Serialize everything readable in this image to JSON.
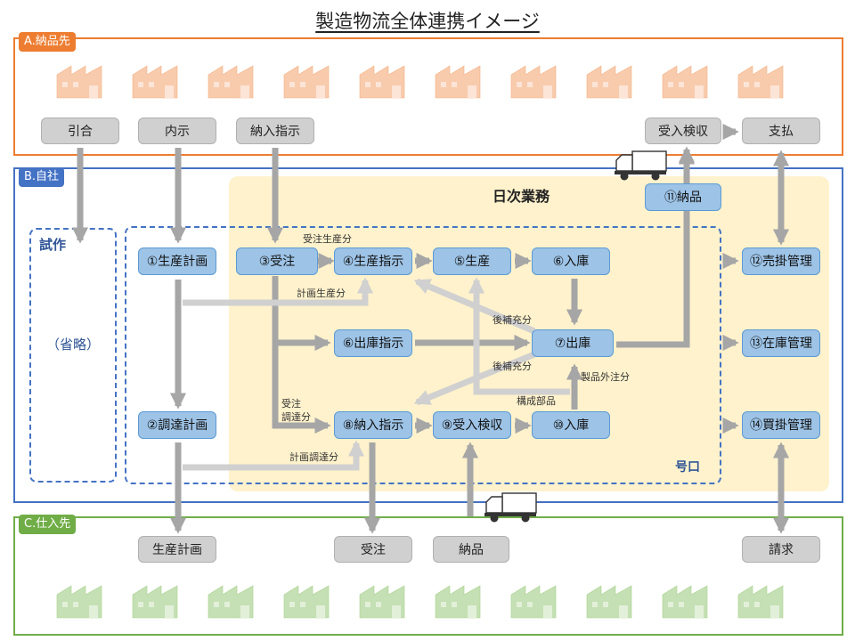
{
  "title": "製造物流全体連携イメージ",
  "sections": {
    "supplier_dest": "A.納品先",
    "own_company": "B.自社",
    "purchase_source": "C.仕入先"
  },
  "colors": {
    "section_a": "#ed7d31",
    "section_b": "#4472c4",
    "section_c": "#70ad47",
    "daily_bg": "#fff2cc",
    "process_box": "#9dc3e6",
    "external_box": "#d0d0d0"
  },
  "labels": {
    "daily": "日次業務",
    "prototype": "試作",
    "omitted": "（省略）",
    "gou": "号口"
  },
  "top_boxes": {
    "hikiai": "引合",
    "naiji": "内示",
    "nounyu_shiji": "納入指示",
    "ukeire_kensa": "受入検収",
    "shiharai": "支払"
  },
  "process": {
    "p1": "①生産計画",
    "p2": "②調達計画",
    "p3": "③受注",
    "p4": "④生産指示",
    "p5": "⑤生産",
    "p6": "⑥入庫",
    "p6b": "⑥出庫指示",
    "p7": "⑦出庫",
    "p8": "⑧納入指示",
    "p9": "⑨受入検収",
    "p10": "⑩入庫",
    "p11": "⑪納品",
    "p12": "⑫売掛管理",
    "p13": "⑬在庫管理",
    "p14": "⑭買掛管理"
  },
  "bottom_boxes": {
    "seisan_keikaku": "生産計画",
    "juchu": "受注",
    "nouhin": "納品",
    "seikyu": "請求"
  },
  "notes": {
    "juchu_seisan": "受注生産分",
    "keikaku_seisan": "計画生産分",
    "kouho_1": "後補充分",
    "kouho_2": "後補充分",
    "juchu_chotatsu_1": "受注",
    "juchu_chotatsu_2": "調達分",
    "kosei_buhin": "構成部品",
    "seihin_gaichu": "製品外注分",
    "keikaku_chotatsu": "計画調達分"
  },
  "icons": {
    "factory": "factory-icon",
    "truck": "truck-icon"
  }
}
